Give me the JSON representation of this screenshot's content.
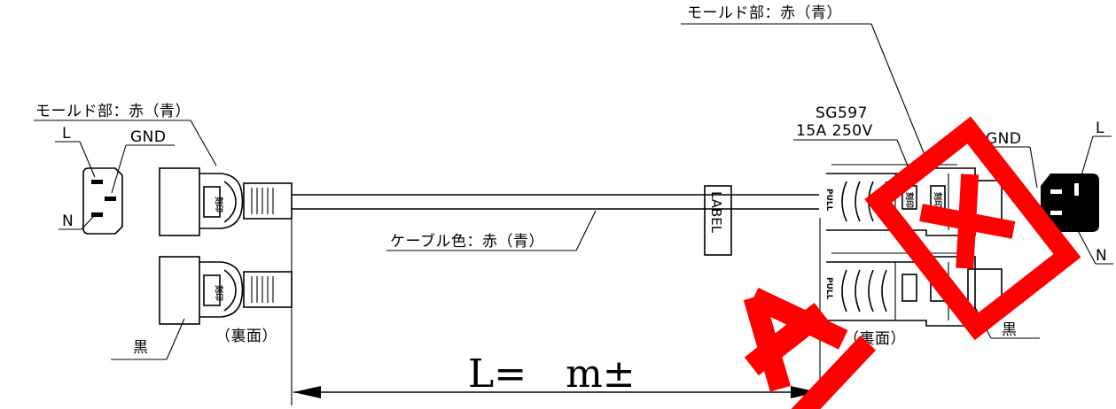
{
  "labels": {
    "mold_left": "モールド部：赤（青）",
    "mold_right": "モールド部：赤（青）",
    "model": "SG597",
    "rating": "15A 250V",
    "L_left": "L",
    "GND_left": "GND",
    "N_left": "N",
    "GND_right": "GND",
    "L_right": "L",
    "N_right": "N",
    "cable_color": "ケーブル色：赤（青）",
    "label_box": "LABEL",
    "back_left": "（裏面）",
    "back_right": "（裏面）",
    "black_left": "黒",
    "black_right": "黒",
    "length_formula": "L=　m±",
    "stamp": "刻印",
    "pull": "PULL"
  },
  "colors": {
    "line": "#000000",
    "watermark": "#ff0000"
  },
  "watermark_chars": [
    "参",
    "図"
  ]
}
